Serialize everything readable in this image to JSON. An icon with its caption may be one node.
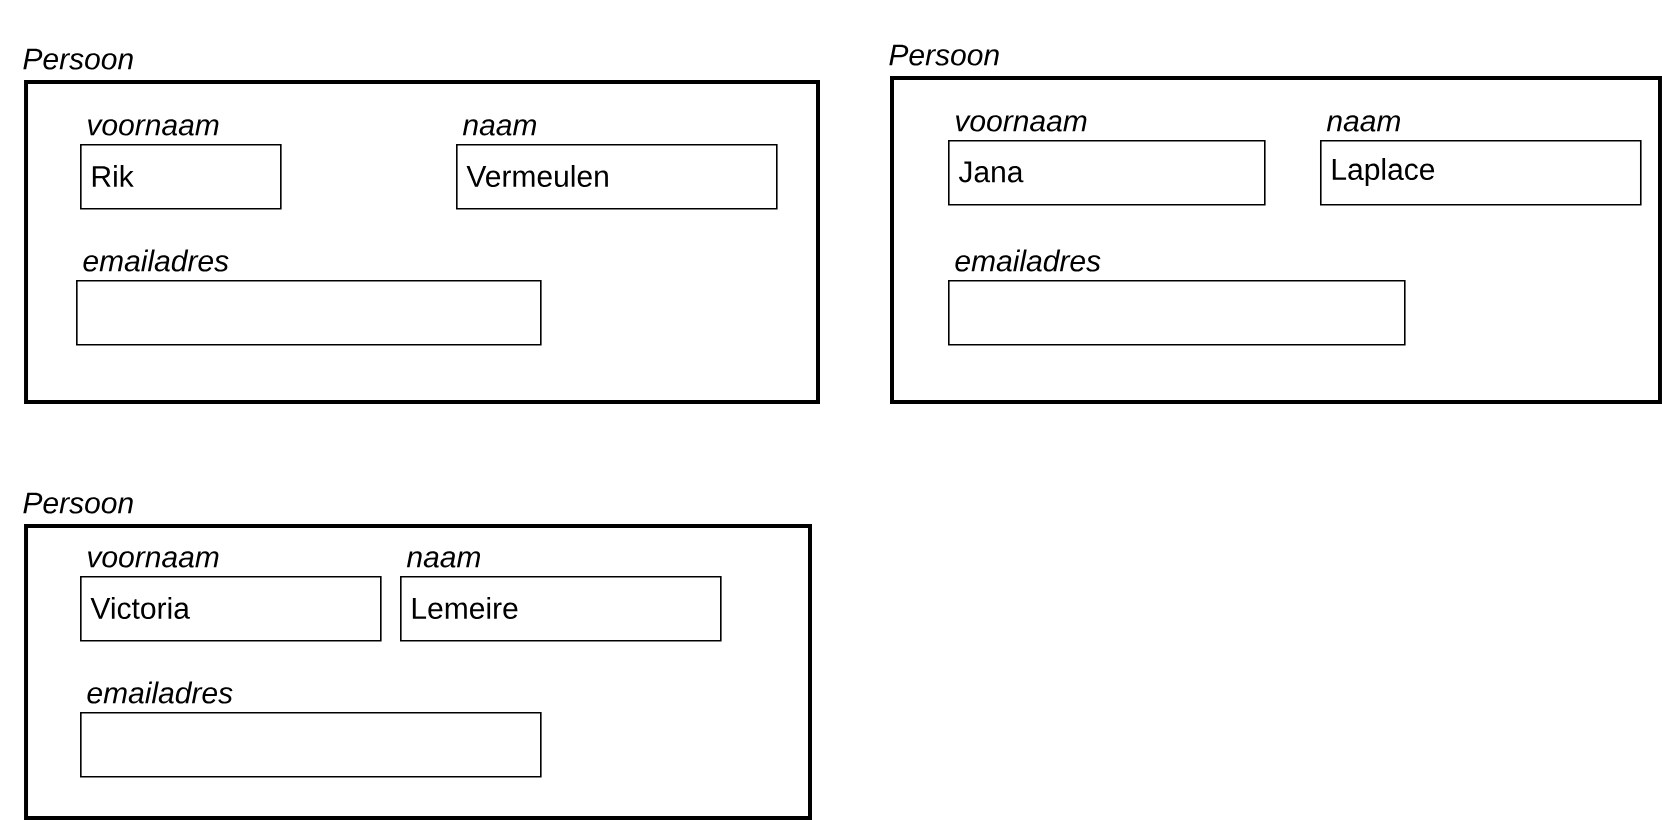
{
  "diagram": {
    "nodes": [
      {
        "text": [
          "Persoon"
        ]
      },
      {
        "text": [
          "Rik"
        ],
        "in": 0,
        "beside": [
          "voornaam"
        ]
      },
      {
        "text": [
          "Vermeulen"
        ],
        "in": 0,
        "beside": [
          "naam"
        ]
      },
      {
        "text": [],
        "shape": "box",
        "in": 0,
        "beside": [
          "emailadres"
        ]
      },
      {
        "text": [
          "Persoon"
        ]
      },
      {
        "text": [
          "Jana"
        ],
        "in": 4,
        "beside": [
          "voornaam"
        ]
      },
      {
        "text": [
          "Laplace"
        ],
        "in": 4,
        "beside": [
          "naam"
        ]
      },
      {
        "text": [],
        "shape": "box",
        "in": 4,
        "beside": [
          "emailadres"
        ]
      },
      {
        "text": [
          "Persoon"
        ]
      },
      {
        "text": [
          "Victoria"
        ],
        "in": 8,
        "beside": [
          "voornaam"
        ]
      },
      {
        "text": [
          "Lemeire"
        ],
        "in": 8,
        "beside": [
          "naam"
        ]
      },
      {
        "text": [],
        "shape": "box",
        "in": 8,
        "beside": [
          "emailadres"
        ]
      }
    ]
  }
}
